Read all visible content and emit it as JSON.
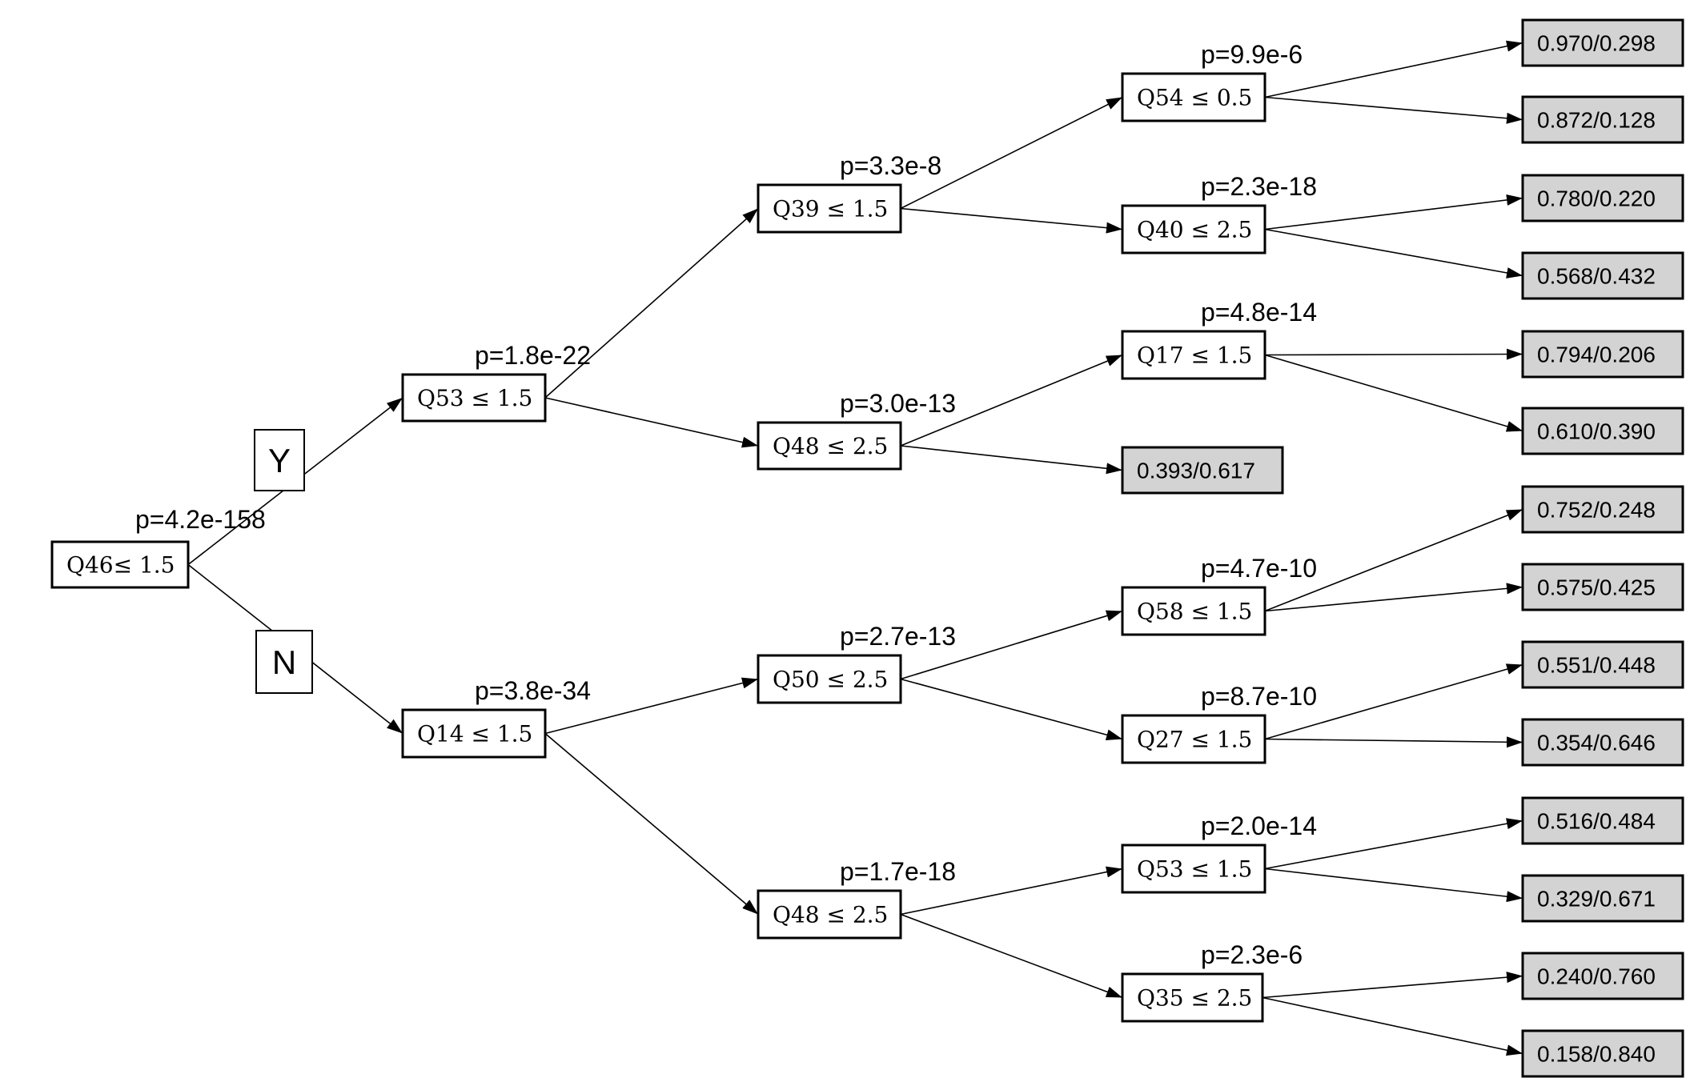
{
  "branch_labels": {
    "yes": "Y",
    "no": "N"
  },
  "nodes": {
    "n0": {
      "label": "Q46≤ 1.5",
      "p": "p=4.2e-158"
    },
    "n1": {
      "label": "Q53 ≤ 1.5",
      "p": "p=1.8e-22"
    },
    "n2": {
      "label": "Q14 ≤ 1.5",
      "p": "p=3.8e-34"
    },
    "n3": {
      "label": "Q39 ≤ 1.5",
      "p": "p=3.3e-8"
    },
    "n4": {
      "label": "Q48 ≤ 2.5",
      "p": "p=3.0e-13"
    },
    "n5": {
      "label": "Q50 ≤ 2.5",
      "p": "p=2.7e-13"
    },
    "n6": {
      "label": "Q48 ≤ 2.5",
      "p": "p=1.7e-18"
    },
    "n7": {
      "label": "Q54 ≤ 0.5",
      "p": "p=9.9e-6"
    },
    "n8": {
      "label": "Q40 ≤ 2.5",
      "p": "p=2.3e-18"
    },
    "n9": {
      "label": "Q17 ≤ 1.5",
      "p": "p=4.8e-14"
    },
    "n10": {
      "label": "Q58 ≤ 1.5",
      "p": "p=4.7e-10"
    },
    "n11": {
      "label": "Q27 ≤ 1.5",
      "p": "p=8.7e-10"
    },
    "n12": {
      "label": "Q53 ≤ 1.5",
      "p": "p=2.0e-14"
    },
    "n13": {
      "label": "Q35 ≤ 2.5",
      "p": "p=2.3e-6"
    }
  },
  "leaves": {
    "l0": "0.970/0.298",
    "l1": "0.872/0.128",
    "l2": "0.780/0.220",
    "l3": "0.568/0.432",
    "l4": "0.794/0.206",
    "l5": "0.610/0.390",
    "l6": "0.393/0.617",
    "l7": "0.752/0.248",
    "l8": "0.575/0.425",
    "l9": "0.551/0.448",
    "l10": "0.354/0.646",
    "l11": "0.516/0.484",
    "l12": "0.329/0.671",
    "l13": "0.240/0.760",
    "l14": "0.158/0.840"
  },
  "edges": [
    [
      "n0",
      "n1"
    ],
    [
      "n0",
      "n2"
    ],
    [
      "n1",
      "n3"
    ],
    [
      "n1",
      "n4"
    ],
    [
      "n2",
      "n5"
    ],
    [
      "n2",
      "n6"
    ],
    [
      "n3",
      "n7"
    ],
    [
      "n3",
      "n8"
    ],
    [
      "n4",
      "n9"
    ],
    [
      "n4",
      "l6"
    ],
    [
      "n5",
      "n10"
    ],
    [
      "n5",
      "n11"
    ],
    [
      "n6",
      "n12"
    ],
    [
      "n6",
      "n13"
    ],
    [
      "n7",
      "l0"
    ],
    [
      "n7",
      "l1"
    ],
    [
      "n8",
      "l2"
    ],
    [
      "n8",
      "l3"
    ],
    [
      "n9",
      "l4"
    ],
    [
      "n9",
      "l5"
    ],
    [
      "n10",
      "l7"
    ],
    [
      "n10",
      "l8"
    ],
    [
      "n11",
      "l9"
    ],
    [
      "n11",
      "l10"
    ],
    [
      "n12",
      "l11"
    ],
    [
      "n12",
      "l12"
    ],
    [
      "n13",
      "l13"
    ],
    [
      "n13",
      "l14"
    ]
  ]
}
